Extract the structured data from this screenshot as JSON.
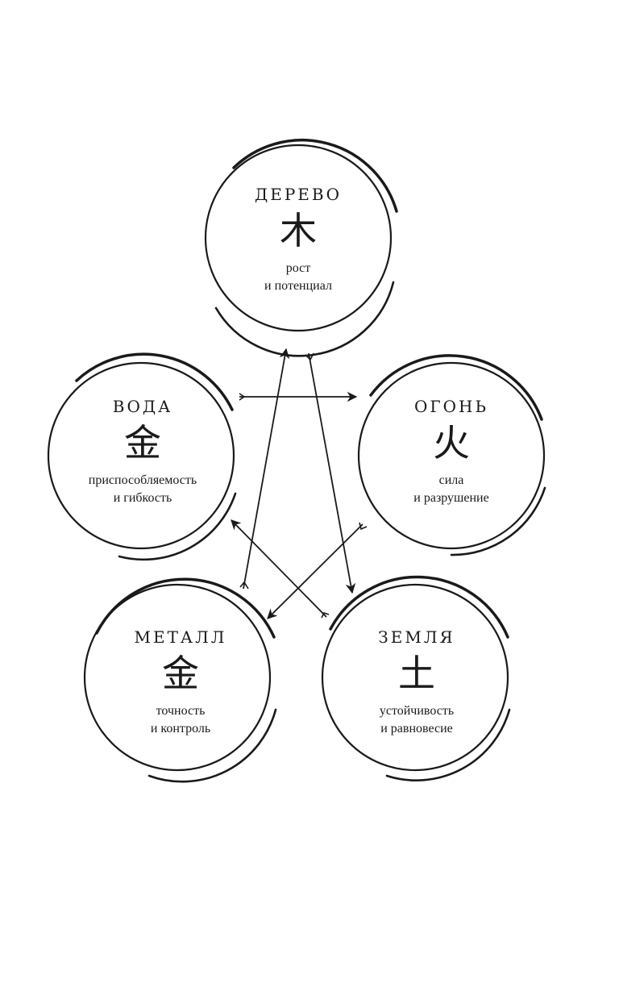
{
  "diagram": {
    "nodes": {
      "wood": {
        "title": "ДЕРЕВО",
        "glyph": "木",
        "line1": "рост",
        "line2": "и потенциал"
      },
      "water": {
        "title": "ВОДА",
        "glyph": "金",
        "line1": "приспособляемость",
        "line2": "и гибкость"
      },
      "fire": {
        "title": "ОГОНЬ",
        "glyph": "火",
        "line1": "сила",
        "line2": "и разрушение"
      },
      "metal": {
        "title": "МЕТАЛЛ",
        "glyph": "金",
        "line1": "точность",
        "line2": "и контроль"
      },
      "earth": {
        "title": "ЗЕМЛЯ",
        "glyph": "土",
        "line1": "устойчивость",
        "line2": "и равновесие"
      }
    },
    "arrows": [
      {
        "from": "water",
        "to": "fire"
      },
      {
        "from": "wood",
        "to": "earth"
      },
      {
        "from": "metal",
        "to": "wood"
      },
      {
        "from": "earth",
        "to": "water"
      },
      {
        "from": "fire",
        "to": "metal"
      }
    ],
    "ink_color": "#1a1a1a"
  }
}
